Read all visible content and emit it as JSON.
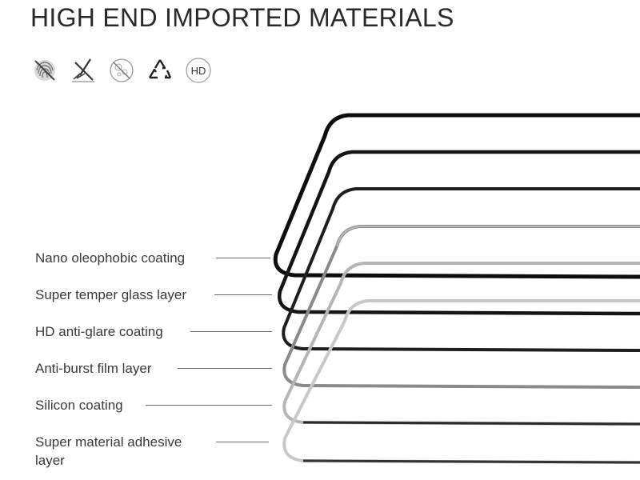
{
  "header": {
    "title": "HIGH END IMPORTED MATERIALS"
  },
  "icons": [
    {
      "name": "fingerprint-resistant-icon"
    },
    {
      "name": "scratch-resistant-icon"
    },
    {
      "name": "anti-bubble-icon"
    },
    {
      "name": "recycle-icon"
    },
    {
      "name": "hd-icon",
      "text": "HD"
    }
  ],
  "layers": [
    {
      "label": "Nano oleophobic coating"
    },
    {
      "label": "Super temper glass layer"
    },
    {
      "label": "HD anti-glare coating"
    },
    {
      "label": "Anti-burst film layer"
    },
    {
      "label": "Silicon coating"
    },
    {
      "label": "Super material adhesive layer"
    }
  ],
  "colors": {
    "background": "#ffffff",
    "text": "#333333",
    "layer_stroke": "#111111"
  }
}
